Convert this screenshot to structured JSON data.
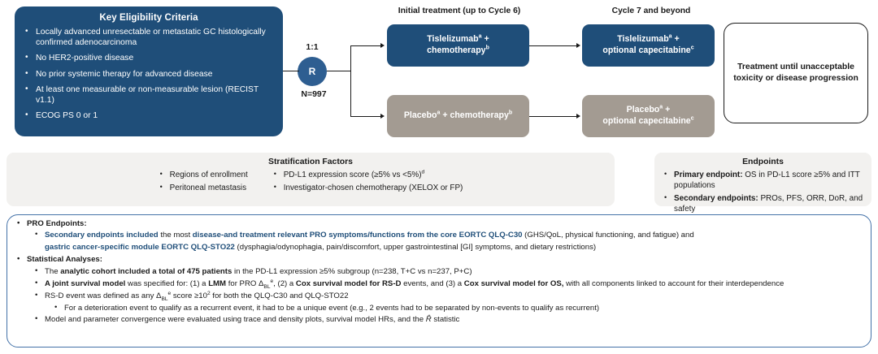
{
  "eligibility": {
    "title": "Key Eligibility Criteria",
    "items": [
      "Locally advanced unresectable or metastatic GC histologically confirmed adenocarcinoma",
      "No HER2-positive disease",
      "No prior systemic therapy for advanced disease",
      "At least one measurable or non-measurable lesion (RECIST v1.1)",
      "ECOG PS 0 or 1"
    ]
  },
  "randomization": {
    "ratio": "1:1",
    "node_label": "R",
    "n_label": "N=997"
  },
  "columns": {
    "initial_header": "Initial treatment (up to Cycle 6)",
    "cycle7_header": "Cycle 7 and beyond"
  },
  "arms": {
    "initial_active_line1": "Tislelizumab",
    "initial_active_sup1": "a",
    "initial_active_line1_tail": " +",
    "initial_active_line2": "chemotherapy",
    "initial_active_sup2": "b",
    "initial_control_text": "Placebo",
    "initial_control_sup1": "a",
    "initial_control_mid": " + chemotherapy",
    "initial_control_sup2": "b",
    "cycle7_active_line1": "Tislelizumab",
    "cycle7_active_sup1": "a",
    "cycle7_active_line1_tail": " +",
    "cycle7_active_line2": "optional capecitabine",
    "cycle7_active_sup2": "c",
    "cycle7_control_line1": "Placebo",
    "cycle7_control_sup1": "a",
    "cycle7_control_line1_tail": " +",
    "cycle7_control_line2": "optional capecitabine",
    "cycle7_control_sup2": "c"
  },
  "outcome": {
    "line1": "Treatment until unacceptable",
    "line2": "toxicity or disease progression"
  },
  "stratification": {
    "title": "Stratification Factors",
    "column1": [
      "Regions of enrollment",
      "Peritoneal metastasis"
    ],
    "column2_item1_text": "PD-L1 expression score (≥5% vs <5%)",
    "column2_item1_sup": "d",
    "column2_item2_text": "Investigator-chosen chemotherapy (XELOX or FP)"
  },
  "endpoints": {
    "title": "Endpoints",
    "primary_label": "Primary endpoint:",
    "primary_text": " OS in PD-L1 score ≥5% and ITT populations",
    "secondary_label": "Secondary endpoints:",
    "secondary_text": " PROs, PFS, ORR, DoR, and safety"
  },
  "details": {
    "pro_heading": "PRO Endpoints:",
    "pro_blue1": "Secondary endpoints included",
    "pro_plain1": " the most ",
    "pro_blue2": "disease-and treatment relevant PRO symptoms/functions from the core EORTC QLQ-C30",
    "pro_plain2": " (GHS/QoL, physical functioning, and fatigue) and",
    "pro_blue3": "gastric cancer-specific module EORTC QLQ-STO22",
    "pro_plain3": " (dysphagia/odynophagia, pain/discomfort, upper gastrointestinal [GI] symptoms, and dietary restrictions)",
    "stat_heading": "Statistical Analyses:",
    "stat1_plain1": "The ",
    "stat1_bold1": "analytic cohort included a total of 475 patients",
    "stat1_plain2": " in the PD-L1 expression ≥5% subgroup (n=238, T+C vs n=237, P+C)",
    "stat2_bold1": "A joint survival model",
    "stat2_plain1": " was specified for: (1) a ",
    "stat2_bold2": "LMM",
    "stat2_plain2": " for PRO Δ",
    "stat2_sub": "BL",
    "stat2_sup": "e",
    "stat2_plain3": ", (2) a ",
    "stat2_bold3": "Cox survival model for RS-D",
    "stat2_plain4": " events, and (3) a ",
    "stat2_bold4": "Cox survival model for OS,",
    "stat2_plain5": " with all components linked to account for their interdependence",
    "stat3_plain1": "RS-D event was defined as any Δ",
    "stat3_sub": "BL",
    "stat3_sup1": "e",
    "stat3_plain2": " score ≥10",
    "stat3_sup2": "2",
    "stat3_plain3": " for both the QLQ-C30 and QLQ-STO22",
    "stat3_sub_item": "For a deterioration event to qualify as a recurrent event, it had to be a unique event (e.g., 2 events had to be separated by non-events to qualify as recurrent)",
    "stat4_plain1": "Model and parameter convergence were evaluated using trace and density plots, survival model HRs, and the ",
    "stat4_italic": "R̂",
    "stat4_plain2": " statistic"
  },
  "colors": {
    "brand_blue": "#1f4e79",
    "node_blue": "#2e5e91",
    "control_gray": "#a39b92",
    "panel_gray": "#f2f1ef",
    "border_blue": "#4472a8"
  }
}
